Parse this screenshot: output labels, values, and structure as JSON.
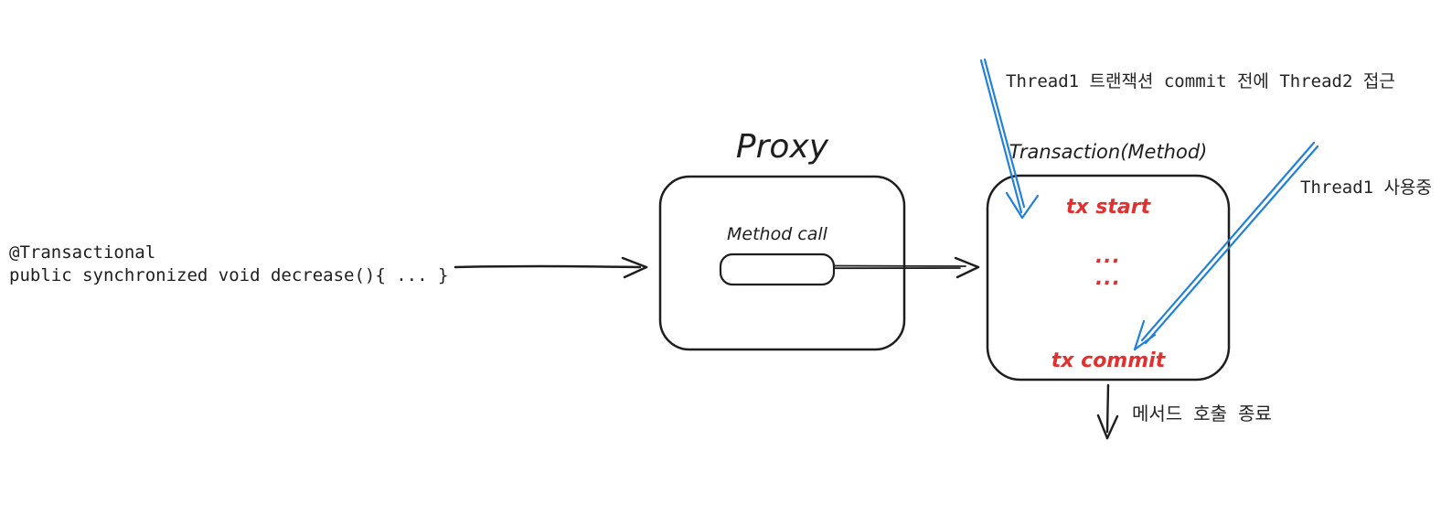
{
  "colors": {
    "stroke": "#1e1e1e",
    "accent_red": "#e03131",
    "accent_blue": "#2180d8"
  },
  "code_annotation": {
    "line1": "@Transactional",
    "line2": "public synchronized void decrease(){ ... }"
  },
  "proxy_box": {
    "title": "Proxy",
    "method_call_label": "Method call"
  },
  "transaction_box": {
    "title": "Transaction(Method)",
    "tx_start": "tx start",
    "ellipsis1": "...",
    "ellipsis2": "...",
    "tx_commit": "tx commit"
  },
  "annotations": {
    "top_right": "Thread1 트랜잭션 commit 전에 Thread2 접근",
    "right": "Thread1 사용중",
    "bottom": "메서드 호출 종료"
  }
}
